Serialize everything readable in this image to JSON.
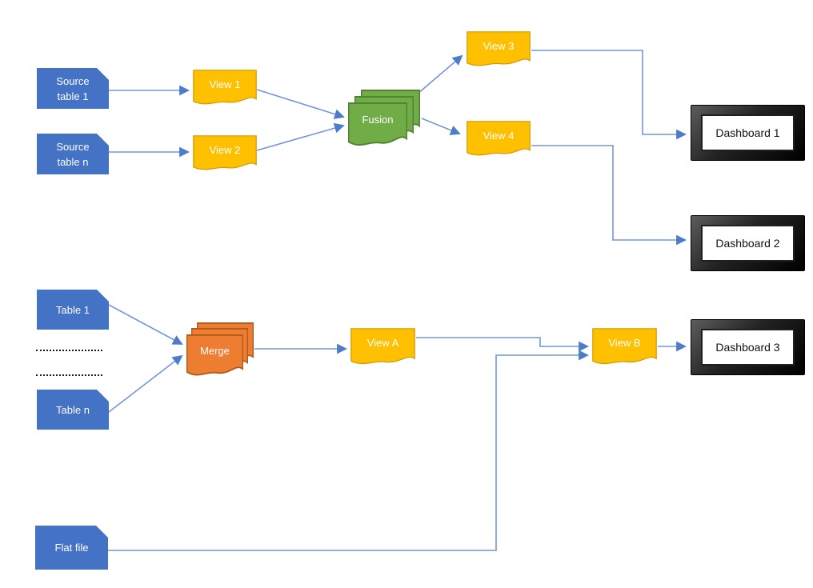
{
  "diagram_title": "",
  "colors": {
    "table_fill": "#4472C4",
    "view_fill": "#FFC000",
    "view_border": "#D29800",
    "fusion_fill": "#70AD47",
    "fusion_border": "#548235",
    "merge_fill": "#ED7D31",
    "merge_border": "#B15A1D",
    "connector_line": "#7396D8",
    "connector_arrow": "#4D7CC9",
    "dashboard_bezel": "#000000",
    "dashboard_screen": "#FFFFFF"
  },
  "nodes": {
    "source_table_1": {
      "label": "Source\ntable 1",
      "shape": "card"
    },
    "source_table_n": {
      "label": "Source\ntable n",
      "shape": "card"
    },
    "view_1": {
      "label": "View 1",
      "shape": "document"
    },
    "view_2": {
      "label": "View 2",
      "shape": "document"
    },
    "fusion": {
      "label": "Fusion",
      "shape": "multidocument"
    },
    "view_3": {
      "label": "View 3",
      "shape": "document"
    },
    "view_4": {
      "label": "View 4",
      "shape": "document"
    },
    "dashboard_1": {
      "label": "Dashboard 1",
      "shape": "display"
    },
    "dashboard_2": {
      "label": "Dashboard 2",
      "shape": "display"
    },
    "table_1": {
      "label": "Table 1",
      "shape": "card"
    },
    "table_n": {
      "label": "Table n",
      "shape": "card"
    },
    "merge": {
      "label": "Merge",
      "shape": "multidocument"
    },
    "view_a": {
      "label": "View A",
      "shape": "document"
    },
    "view_b": {
      "label": "View B",
      "shape": "document"
    },
    "dashboard_3": {
      "label": "Dashboard 3",
      "shape": "display"
    },
    "flat_file": {
      "label": "Flat file",
      "shape": "card"
    }
  },
  "connections": [
    {
      "from": "source_table_1",
      "to": "view_1"
    },
    {
      "from": "source_table_n",
      "to": "view_2"
    },
    {
      "from": "view_1",
      "to": "fusion"
    },
    {
      "from": "view_2",
      "to": "fusion"
    },
    {
      "from": "fusion",
      "to": "view_3"
    },
    {
      "from": "fusion",
      "to": "view_4"
    },
    {
      "from": "view_3",
      "to": "dashboard_1"
    },
    {
      "from": "view_4",
      "to": "dashboard_2"
    },
    {
      "from": "table_1",
      "to": "merge"
    },
    {
      "from": "table_n",
      "to": "merge"
    },
    {
      "from": "merge",
      "to": "view_a"
    },
    {
      "from": "view_a",
      "to": "view_b"
    },
    {
      "from": "flat_file",
      "to": "view_b"
    },
    {
      "from": "view_b",
      "to": "dashboard_3"
    }
  ]
}
